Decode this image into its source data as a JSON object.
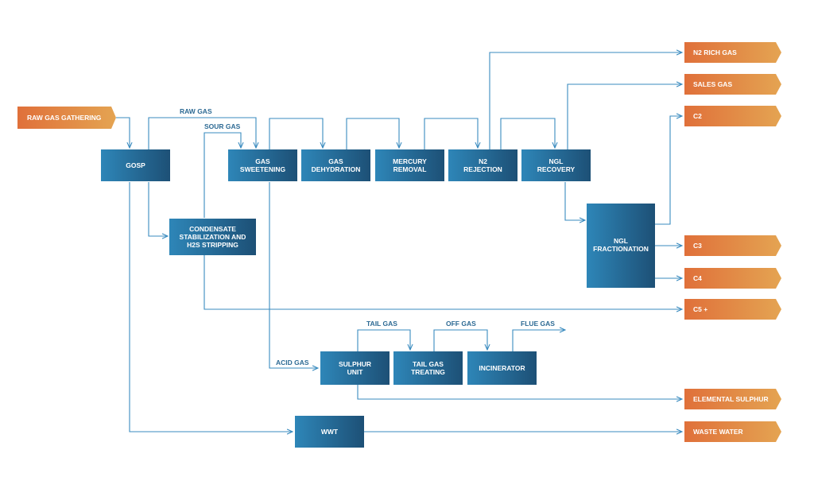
{
  "process_units": {
    "gosp": "GOSP",
    "gas_sweetening": [
      "GAS",
      "SWEETENING"
    ],
    "gas_dehydration": [
      "GAS",
      "DEHYDRATION"
    ],
    "mercury_removal": [
      "MERCURY",
      "REMOVAL"
    ],
    "n2_rejection": [
      "N2",
      "REJECTION"
    ],
    "ngl_recovery": [
      "NGL",
      "RECOVERY"
    ],
    "condensate": [
      "CONDENSATE",
      "STABILIZATION AND",
      "H2S STRIPPING"
    ],
    "ngl_fractionation": [
      "NGL",
      "FRACTIONATION"
    ],
    "sulphur_unit": [
      "SULPHUR",
      "UNIT"
    ],
    "tail_gas_treating": [
      "TAIL GAS",
      "TREATING"
    ],
    "incinerator": "INCINERATOR",
    "wwt": "WWT"
  },
  "inputs": {
    "raw_gas_gathering": "RAW GAS GATHERING"
  },
  "outputs": {
    "n2_rich_gas": "N2 RICH GAS",
    "sales_gas": "SALES GAS",
    "c2": "C2",
    "c3": "C3",
    "c4": "C4",
    "c5_plus": "C5 +",
    "elemental_sulphur": "ELEMENTAL SULPHUR",
    "waste_water": "WASTE WATER"
  },
  "stream_labels": {
    "raw_gas": "RAW GAS",
    "sour_gas": "SOUR GAS",
    "acid_gas": "ACID GAS",
    "tail_gas": "TAIL GAS",
    "off_gas": "OFF GAS",
    "flue_gas": "FLUE GAS"
  },
  "colors": {
    "unit_box": "#2878a8",
    "unit_box_dark": "#1c5478",
    "output_arrow": "#e07a3c",
    "output_arrow_light": "#e0a050",
    "flow_line": "#3a8bbf"
  }
}
